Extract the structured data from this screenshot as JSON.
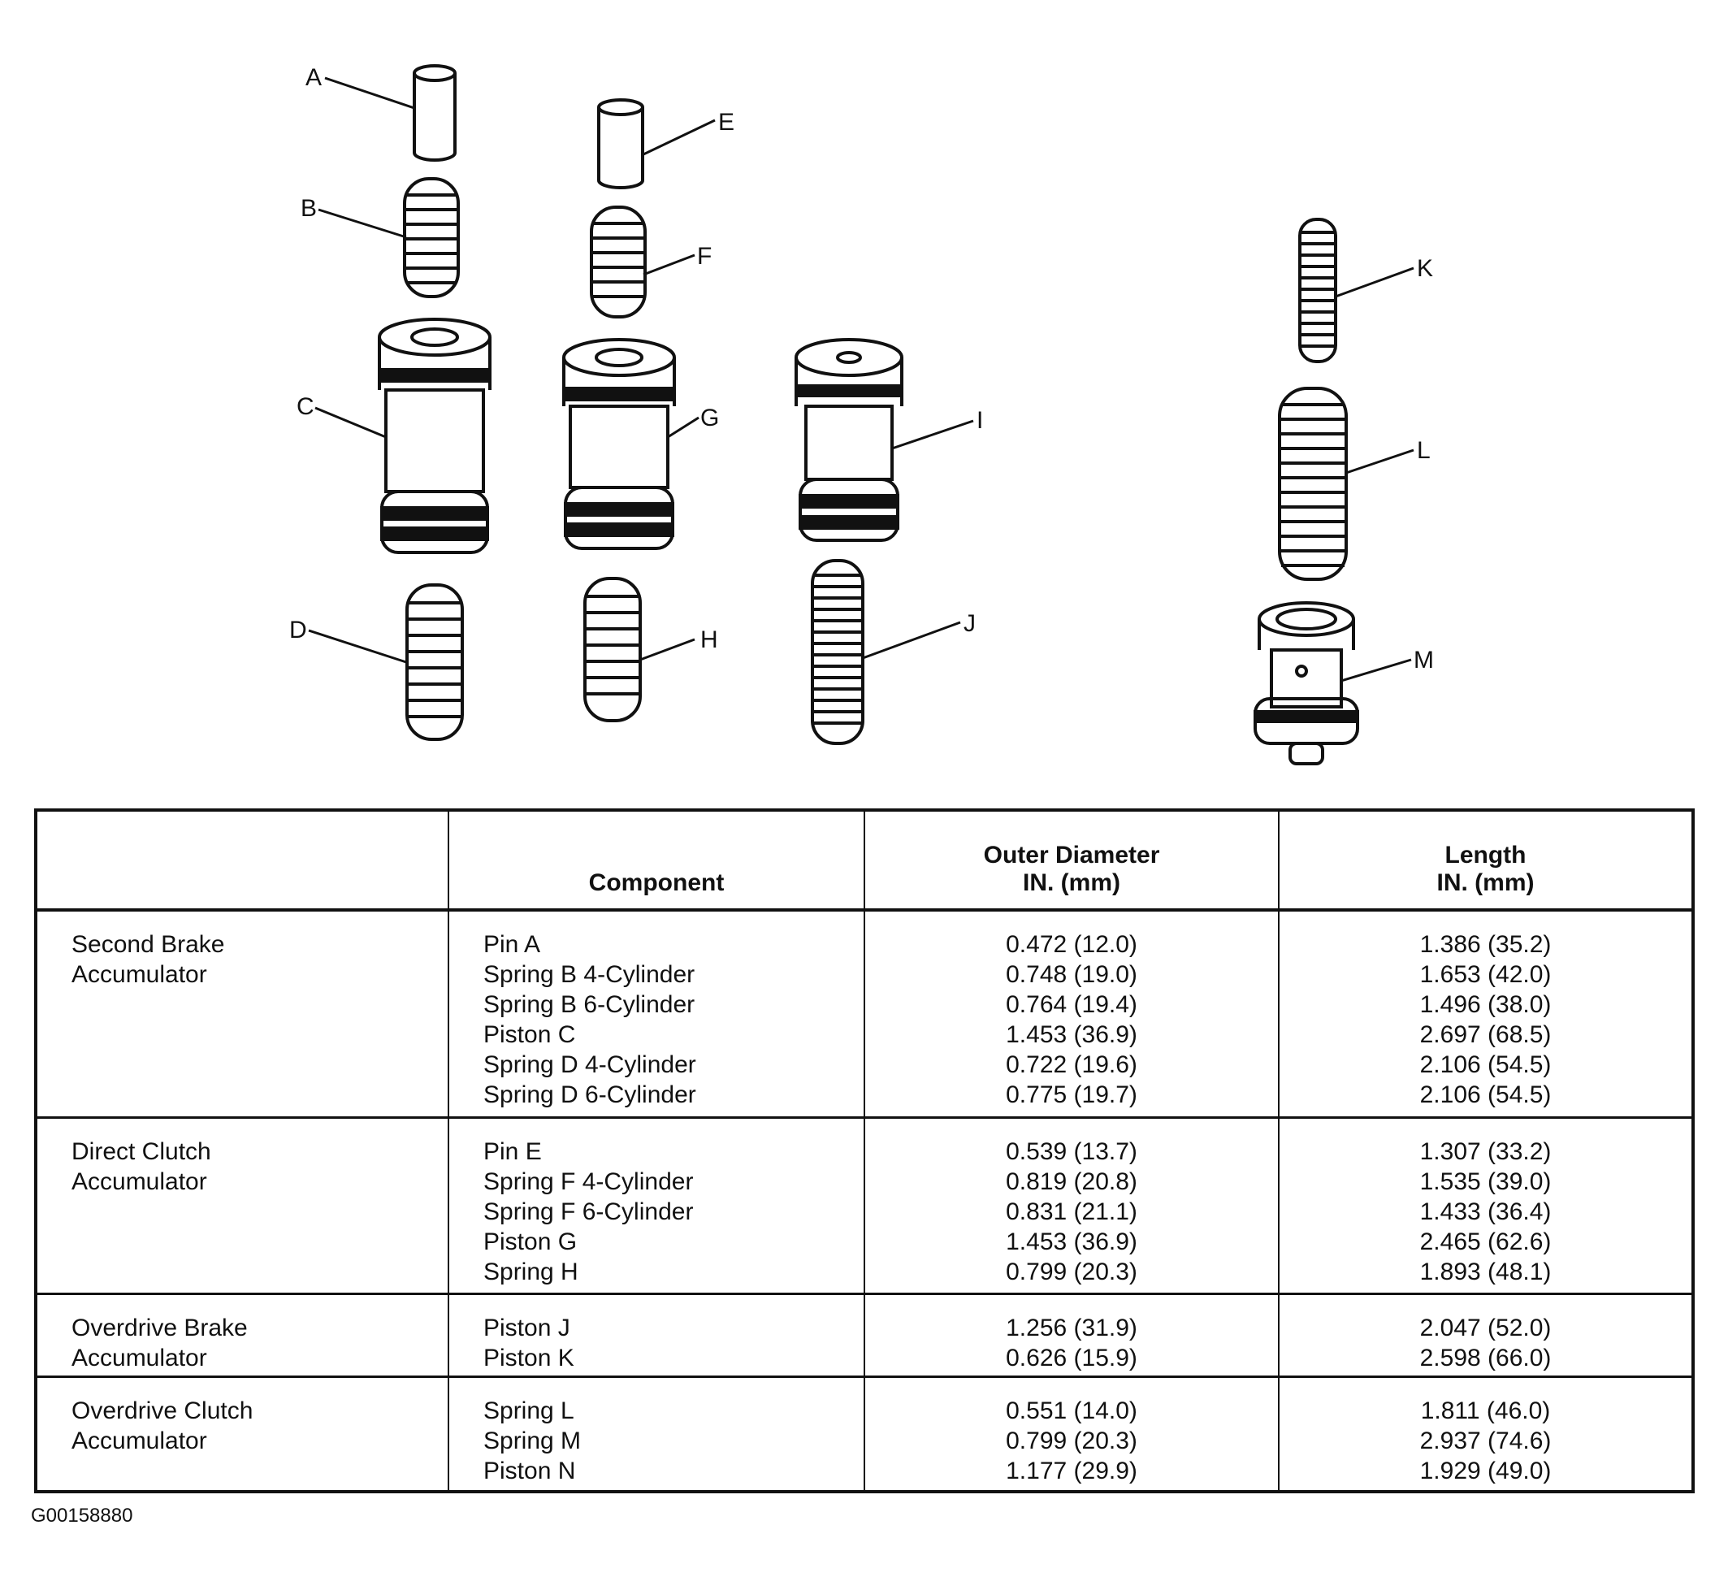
{
  "callouts": [
    "A",
    "B",
    "C",
    "D",
    "E",
    "F",
    "G",
    "H",
    "I",
    "J",
    "K",
    "L",
    "M"
  ],
  "table": {
    "headers": {
      "group": "",
      "component": "Component",
      "outer_diameter": [
        "Outer Diameter",
        "IN. (mm)"
      ],
      "length": [
        "Length",
        "IN. (mm)"
      ]
    },
    "groups": [
      {
        "name": [
          "Second Brake",
          "Accumulator"
        ],
        "components": [
          "Pin A",
          "Spring B 4-Cylinder",
          "Spring B 6-Cylinder",
          "Piston C",
          "Spring D 4-Cylinder",
          "Spring D 6-Cylinder"
        ],
        "outer_diameter": [
          "0.472 (12.0)",
          "0.748 (19.0)",
          "0.764 (19.4)",
          "1.453 (36.9)",
          "0.722 (19.6)",
          "0.775 (19.7)"
        ],
        "length": [
          "1.386 (35.2)",
          "1.653 (42.0)",
          "1.496 (38.0)",
          "2.697 (68.5)",
          "2.106 (54.5)",
          "2.106 (54.5)"
        ]
      },
      {
        "name": [
          "Direct Clutch",
          "Accumulator"
        ],
        "components": [
          "Pin E",
          "Spring F 4-Cylinder",
          "Spring F 6-Cylinder",
          "Piston G",
          "Spring H"
        ],
        "outer_diameter": [
          "0.539 (13.7)",
          "0.819 (20.8)",
          "0.831 (21.1)",
          "1.453 (36.9)",
          "0.799 (20.3)"
        ],
        "length": [
          "1.307 (33.2)",
          "1.535 (39.0)",
          "1.433 (36.4)",
          "2.465 (62.6)",
          "1.893 (48.1)"
        ]
      },
      {
        "name": [
          "Overdrive Brake",
          "Accumulator"
        ],
        "components": [
          "Piston J",
          "Piston K"
        ],
        "outer_diameter": [
          "1.256 (31.9)",
          "0.626 (15.9)"
        ],
        "length": [
          "2.047 (52.0)",
          "2.598 (66.0)"
        ]
      },
      {
        "name": [
          "Overdrive Clutch",
          "Accumulator"
        ],
        "components": [
          "Spring L",
          "Spring M",
          "Piston N"
        ],
        "outer_diameter": [
          "0.551 (14.0)",
          "0.799 (20.3)",
          "1.177 (29.9)"
        ],
        "length": [
          "1.811 (46.0)",
          "2.937 (74.6)",
          "1.929 (49.0)"
        ]
      }
    ]
  },
  "figure_code": "G00158880"
}
